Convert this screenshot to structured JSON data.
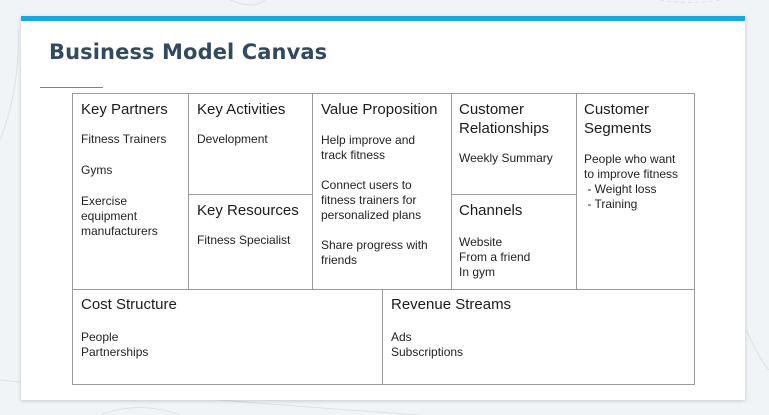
{
  "title": "Business Model Canvas",
  "accent_color": "#19a9e1",
  "title_color": "#33495f",
  "canvas": {
    "key_partners": {
      "heading": "Key Partners",
      "items": [
        "Fitness Trainers",
        "Gyms",
        "Exercise equipment manufacturers"
      ]
    },
    "key_activities": {
      "heading": "Key Activities",
      "items": [
        "Development"
      ]
    },
    "key_resources": {
      "heading": "Key Resources",
      "items": [
        "Fitness Specialist"
      ]
    },
    "value_proposition": {
      "heading": "Value Proposition",
      "items": [
        "Help improve and track fitness",
        "Connect users to fitness trainers for personalized plans",
        "Share progress with friends"
      ]
    },
    "customer_relationships": {
      "heading": "Customer Relationships",
      "items": [
        "Weekly Summary"
      ]
    },
    "channels": {
      "heading": "Channels",
      "items": [
        "Website",
        "From a friend",
        "In gym"
      ]
    },
    "customer_segments": {
      "heading": "Customer Segments",
      "items": [
        "People who want to improve fitness",
        " - Weight loss",
        " - Training"
      ]
    },
    "cost_structure": {
      "heading": "Cost Structure",
      "items": [
        "People",
        "Partnerships"
      ]
    },
    "revenue_streams": {
      "heading": "Revenue Streams",
      "items": [
        "Ads",
        "Subscriptions"
      ]
    }
  }
}
